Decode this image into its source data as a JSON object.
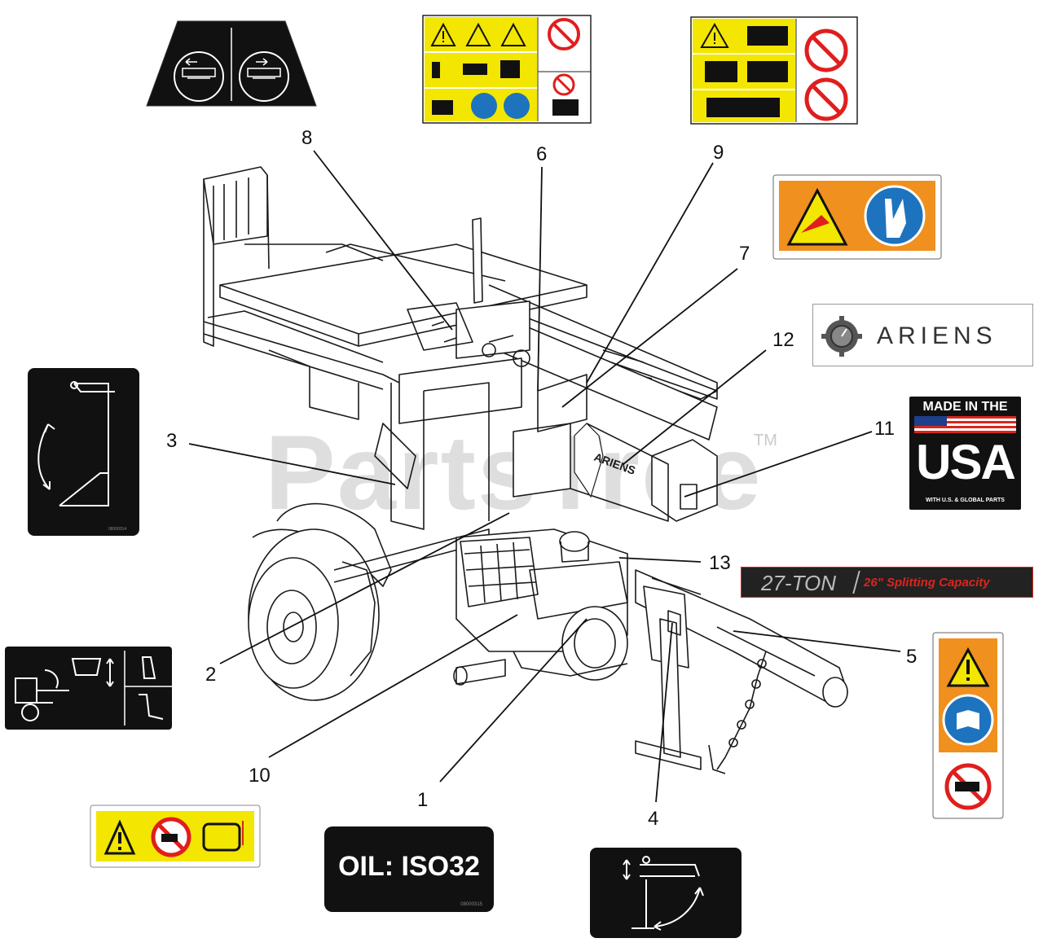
{
  "watermark": {
    "text": "PartsTree",
    "tm": "TM"
  },
  "callouts": [
    {
      "id": "1",
      "label": "1"
    },
    {
      "id": "2",
      "label": "2"
    },
    {
      "id": "3",
      "label": "3"
    },
    {
      "id": "4",
      "label": "4"
    },
    {
      "id": "5",
      "label": "5"
    },
    {
      "id": "6",
      "label": "6"
    },
    {
      "id": "7",
      "label": "7"
    },
    {
      "id": "8",
      "label": "8"
    },
    {
      "id": "9",
      "label": "9"
    },
    {
      "id": "10",
      "label": "10"
    },
    {
      "id": "11",
      "label": "11"
    },
    {
      "id": "12",
      "label": "12"
    },
    {
      "id": "13",
      "label": "13"
    }
  ],
  "decals": {
    "oil": {
      "text": "OIL: ISO32",
      "code": "08000315"
    },
    "ariens_logo": {
      "text": "ARIENS"
    },
    "made_in_usa": {
      "line1": "MADE IN THE",
      "line2": "USA",
      "line3": "WITH U.S. & GLOBAL PARTS"
    },
    "tonnage": {
      "tons": "27-TON",
      "capacity": "26\" Splitting Capacity"
    }
  },
  "colors": {
    "warning_yellow": "#f3e600",
    "warning_orange": "#f0901e",
    "mandatory_blue": "#1e73be",
    "prohibit_red": "#e01e1e",
    "decal_black": "#111111",
    "ton_red": "#d9261c"
  }
}
